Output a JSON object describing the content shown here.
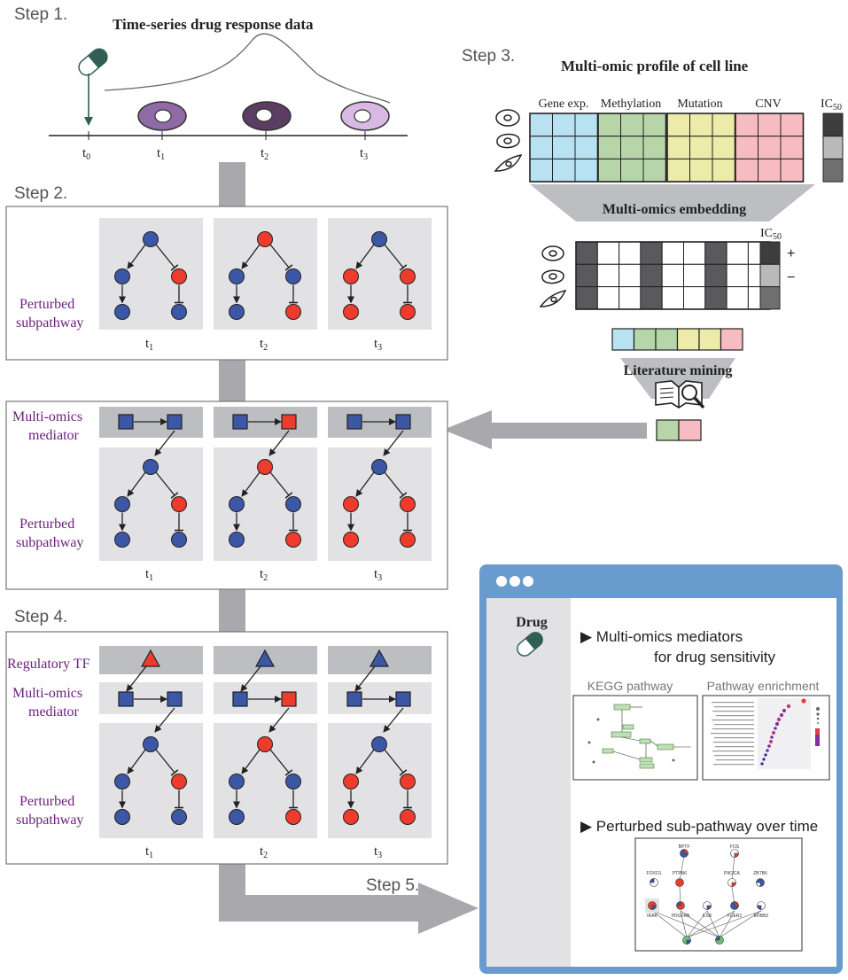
{
  "labels": {
    "step1": "Step 1.",
    "step2": "Step 2.",
    "step3": "Step 3.",
    "step4": "Step 4.",
    "step5": "Step 5.",
    "time_series_title": "Time-series drug response data",
    "multiomic_title": "Multi-omic profile of cell line",
    "embedding_title": "Multi-omics embedding",
    "literature_title": "Literature mining",
    "perturbed_line1": "Perturbed",
    "perturbed_line2": "subpathway",
    "mediator_line1": "Multi-omics",
    "mediator_line2": "mediator",
    "regulatory_tf": "Regulatory TF",
    "ic50": "IC",
    "ic50_sub": "50",
    "plus": "+",
    "minus": "−"
  },
  "timepoints": [
    {
      "base": "t",
      "sub": "0"
    },
    {
      "base": "t",
      "sub": "1"
    },
    {
      "base": "t",
      "sub": "2"
    },
    {
      "base": "t",
      "sub": "3"
    }
  ],
  "omics": [
    {
      "name": "Gene exp.",
      "color": "#b8e2f2"
    },
    {
      "name": "Methylation",
      "color": "#b6d5a8"
    },
    {
      "name": "Mutation",
      "color": "#ecebaa"
    },
    {
      "name": "CNV",
      "color": "#f6bcc2"
    }
  ],
  "ic50_colors": [
    "#3d3d3d",
    "#b9b9b9",
    "#6f6f6f"
  ],
  "embedding_dark_columns": [
    0,
    3,
    6
  ],
  "selected_omics_colors": [
    "#b8e2f2",
    "#b6d5a8",
    "#b6d5a8",
    "#ecebaa",
    "#ecebaa",
    "#f6bcc2"
  ],
  "mined_omics_colors": [
    "#b6d5a8",
    "#f6bcc2"
  ],
  "node_colors": {
    "blue": "#3b57a6",
    "red": "#ed3b2d"
  },
  "subpathway_states": [
    [
      "blue",
      "blue",
      "red",
      "blue",
      "blue"
    ],
    [
      "red",
      "blue",
      "blue",
      "blue",
      "red"
    ],
    [
      "blue",
      "red",
      "red",
      "red",
      "red"
    ]
  ],
  "mediator_states": [
    [
      "blue",
      "blue"
    ],
    [
      "blue",
      "red"
    ],
    [
      "blue",
      "blue"
    ]
  ],
  "tf_states": [
    "red",
    "blue",
    "blue"
  ],
  "browser": {
    "drug_label": "Drug",
    "mediators_title_line1": "▶ Multi-omics mediators",
    "mediators_title_line2": "for drug sensitivity",
    "kegg_title": "KEGG pathway",
    "enrichment_title": "Pathway enrichment",
    "perturbed_title": "▶ Perturbed sub-pathway over time",
    "network_top": [
      "BPTF",
      "FOS"
    ],
    "network_mid": [
      "FOXO1",
      "PTPN6",
      "PIK3CA",
      "ZBTB6"
    ],
    "network_bottom": [
      "IRAK",
      "PDGFRB",
      "IL6R",
      "FCER2",
      "ERBB2"
    ],
    "frame_color": "#6a9bcf"
  }
}
